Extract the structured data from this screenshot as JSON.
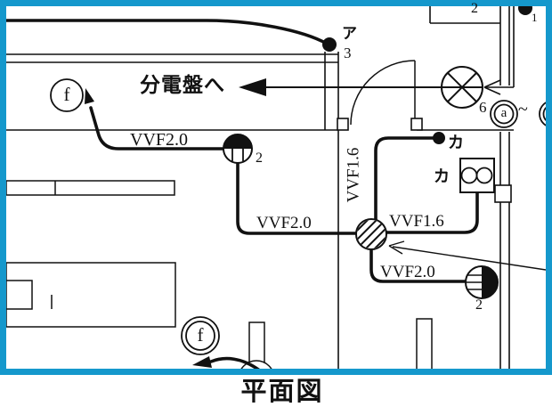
{
  "caption": "平面図",
  "colors": {
    "frame_blue": "#1598cc",
    "ink_black": "#111111",
    "paper_white": "#ffffff"
  },
  "annotations": {
    "to_panel": "分電盤へ",
    "vvf20_left": "VVF2.0",
    "vvf20_center": "VVF2.0",
    "vvf20_lower": "VVF2.0",
    "vvf16_vertical": "VVF1.6",
    "vvf16_horizontal": "VVF1.6",
    "mark_a_katakana": "ア",
    "count_3": "3",
    "count_2_top_box": "2",
    "count_2_left_device": "2",
    "count_2_lower_device": "2",
    "mark_ka_upper": "カ",
    "mark_ka_box": "カ",
    "count_6": "6",
    "circle_a": "a",
    "tilde": "~",
    "count_1": "1",
    "lamp_f_upper": "f",
    "lamp_f_lower": "f"
  },
  "symbols": {
    "six_spoke_circle": "ceiling-light-symbol",
    "hatched_circle": "junction-box-symbol",
    "half_black_circles": "wiring-device-symbol",
    "double_circle_f": "lamp-f-symbol",
    "double_circle_a": "receptacle-a-symbol",
    "box_two_circles": "outlet-box-symbol",
    "black_dots": "wiring-junction-dot",
    "arc": "door-swing"
  }
}
